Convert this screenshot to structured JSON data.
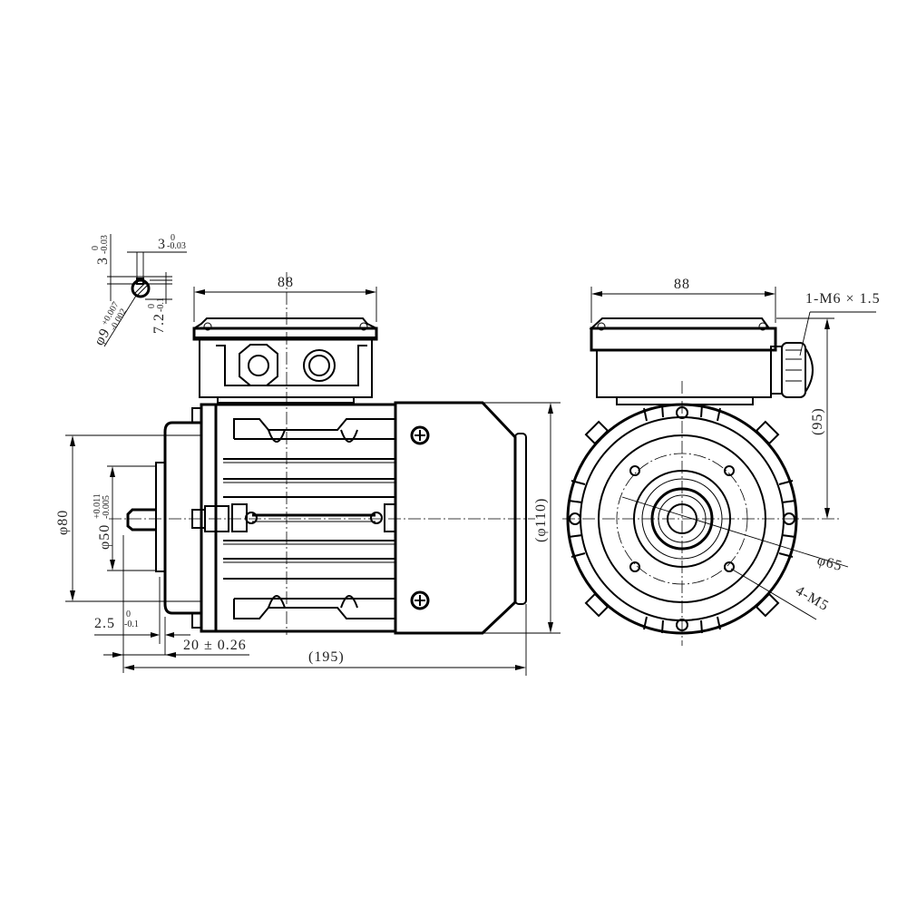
{
  "drawing": {
    "title": "Electric motor outline dimension drawing (B14 face flange, side and end views)",
    "colors": {
      "line": "#000000",
      "text": "#222222",
      "background": "#ffffff"
    }
  },
  "keyway_detail": {
    "key_width": "3",
    "key_width_tol": {
      "upper": "0",
      "lower": "-0.03"
    },
    "key_height": "3",
    "key_height_tol": {
      "upper": "0",
      "lower": "-0.03"
    },
    "shaft_diameter": "φ9",
    "shaft_diameter_tol": {
      "upper": "+0.007",
      "lower": "-0.002"
    },
    "key_depth": "7.2",
    "key_depth_tol": {
      "upper": "0",
      "lower": "-0.1"
    }
  },
  "side_view": {
    "terminal_box_width": "88",
    "flange_outer_diameter": "φ80",
    "spigot_diameter": "φ50",
    "spigot_tol": {
      "upper": "+0.011",
      "lower": "-0.005"
    },
    "spigot_depth": "2.5",
    "spigot_depth_tol": {
      "upper": "0",
      "lower": "-0.1"
    },
    "shaft_length": "20 ± 0.26",
    "overall_length": "(195)",
    "frame_diameter": "(φ110)"
  },
  "end_view": {
    "terminal_box_width": "88",
    "cable_gland": "1-M6 × 1.5",
    "shaft_height_to_box": "(95)",
    "pitch_circle": "φ65",
    "mounting_holes": "4-M5"
  }
}
